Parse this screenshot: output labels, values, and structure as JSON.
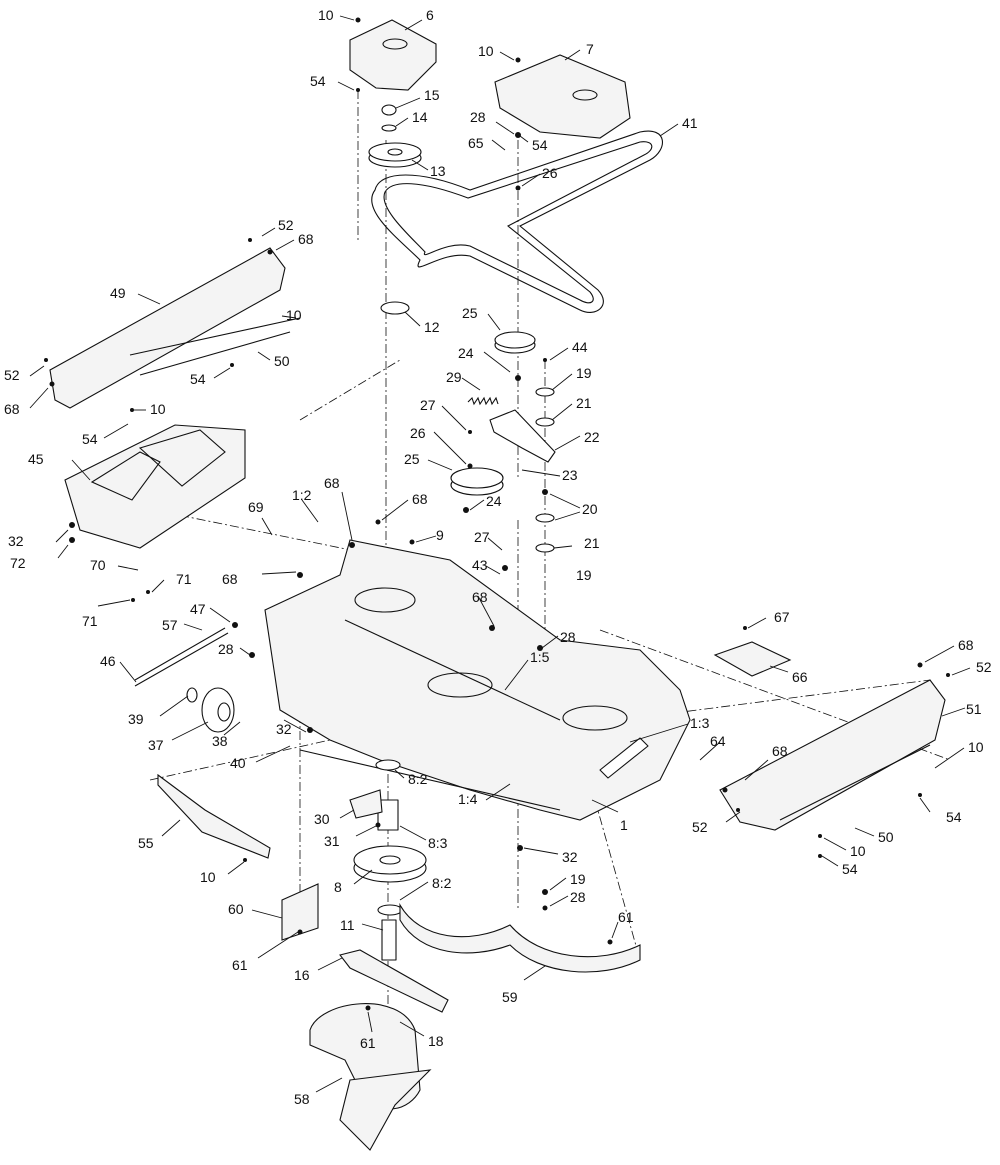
{
  "callouts": [
    {
      "id": "c10a",
      "text": "10"
    },
    {
      "id": "c6",
      "text": "6"
    },
    {
      "id": "c54a",
      "text": "54"
    },
    {
      "id": "c15",
      "text": "15"
    },
    {
      "id": "c14",
      "text": "14"
    },
    {
      "id": "c13",
      "text": "13"
    },
    {
      "id": "c10b",
      "text": "10"
    },
    {
      "id": "c7",
      "text": "7"
    },
    {
      "id": "c28a",
      "text": "28"
    },
    {
      "id": "c54b",
      "text": "54"
    },
    {
      "id": "c65",
      "text": "65"
    },
    {
      "id": "c41",
      "text": "41"
    },
    {
      "id": "c26a",
      "text": "26"
    },
    {
      "id": "c52a",
      "text": "52"
    },
    {
      "id": "c68a",
      "text": "68"
    },
    {
      "id": "c49",
      "text": "49"
    },
    {
      "id": "c10c",
      "text": "10"
    },
    {
      "id": "c50a",
      "text": "50"
    },
    {
      "id": "c52b",
      "text": "52"
    },
    {
      "id": "c68b",
      "text": "68"
    },
    {
      "id": "c54c",
      "text": "54"
    },
    {
      "id": "c10d",
      "text": "10"
    },
    {
      "id": "c54d",
      "text": "54"
    },
    {
      "id": "c12",
      "text": "12"
    },
    {
      "id": "c25a",
      "text": "25"
    },
    {
      "id": "c24a",
      "text": "24"
    },
    {
      "id": "c44",
      "text": "44"
    },
    {
      "id": "c29",
      "text": "29"
    },
    {
      "id": "c19a",
      "text": "19"
    },
    {
      "id": "c27a",
      "text": "27"
    },
    {
      "id": "c21a",
      "text": "21"
    },
    {
      "id": "c26b",
      "text": "26"
    },
    {
      "id": "c22",
      "text": "22"
    },
    {
      "id": "c45",
      "text": "45"
    },
    {
      "id": "c25b",
      "text": "25"
    },
    {
      "id": "c23",
      "text": "23"
    },
    {
      "id": "c68c",
      "text": "68"
    },
    {
      "id": "c68d",
      "text": "68"
    },
    {
      "id": "c24b",
      "text": "24"
    },
    {
      "id": "c20",
      "text": "20"
    },
    {
      "id": "c12b",
      "text": "1:2"
    },
    {
      "id": "c69",
      "text": "69"
    },
    {
      "id": "c32a",
      "text": "32"
    },
    {
      "id": "c72",
      "text": "72"
    },
    {
      "id": "c9",
      "text": "9"
    },
    {
      "id": "c21b",
      "text": "21"
    },
    {
      "id": "c27b",
      "text": "27"
    },
    {
      "id": "c70",
      "text": "70"
    },
    {
      "id": "c71a",
      "text": "71"
    },
    {
      "id": "c68e",
      "text": "68"
    },
    {
      "id": "c43",
      "text": "43"
    },
    {
      "id": "c19b",
      "text": "19"
    },
    {
      "id": "c71b",
      "text": "71"
    },
    {
      "id": "c47",
      "text": "47"
    },
    {
      "id": "c68f",
      "text": "68"
    },
    {
      "id": "c67",
      "text": "67"
    },
    {
      "id": "c57",
      "text": "57"
    },
    {
      "id": "c28b",
      "text": "28"
    },
    {
      "id": "c15b",
      "text": "1:5"
    },
    {
      "id": "c68g",
      "text": "68"
    },
    {
      "id": "c52c",
      "text": "52"
    },
    {
      "id": "c46",
      "text": "46"
    },
    {
      "id": "c28c",
      "text": "28"
    },
    {
      "id": "c66",
      "text": "66"
    },
    {
      "id": "c51",
      "text": "51"
    },
    {
      "id": "c39",
      "text": "39"
    },
    {
      "id": "c37",
      "text": "37"
    },
    {
      "id": "c32b",
      "text": "32"
    },
    {
      "id": "c38",
      "text": "38"
    },
    {
      "id": "c13b",
      "text": "1:3"
    },
    {
      "id": "c64",
      "text": "64"
    },
    {
      "id": "c40",
      "text": "40"
    },
    {
      "id": "c10e",
      "text": "10"
    },
    {
      "id": "c68h",
      "text": "68"
    },
    {
      "id": "c82a",
      "text": "8:2"
    },
    {
      "id": "c14b",
      "text": "1:4"
    },
    {
      "id": "c1",
      "text": "1"
    },
    {
      "id": "c30",
      "text": "30"
    },
    {
      "id": "c54e",
      "text": "54"
    },
    {
      "id": "c52d",
      "text": "52"
    },
    {
      "id": "c31",
      "text": "31"
    },
    {
      "id": "c83",
      "text": "8:3"
    },
    {
      "id": "c55",
      "text": "55"
    },
    {
      "id": "c50b",
      "text": "50"
    },
    {
      "id": "c32c",
      "text": "32"
    },
    {
      "id": "c10f",
      "text": "10"
    },
    {
      "id": "c54f",
      "text": "54"
    },
    {
      "id": "c10g",
      "text": "10"
    },
    {
      "id": "c8",
      "text": "8"
    },
    {
      "id": "c82b",
      "text": "8:2"
    },
    {
      "id": "c19c",
      "text": "19"
    },
    {
      "id": "c28d",
      "text": "28"
    },
    {
      "id": "c60",
      "text": "60"
    },
    {
      "id": "c61a",
      "text": "61"
    },
    {
      "id": "c11",
      "text": "11"
    },
    {
      "id": "c61b",
      "text": "61"
    },
    {
      "id": "c16",
      "text": "16"
    },
    {
      "id": "c59",
      "text": "59"
    },
    {
      "id": "c18",
      "text": "18"
    },
    {
      "id": "c61c",
      "text": "61"
    },
    {
      "id": "c58",
      "text": "58"
    }
  ],
  "parts": {
    "belt_cover_left": "cover",
    "belt_cover_right": "cover",
    "drive_belt": "belt",
    "mower_deck": "deck",
    "spindle_assembly": "spindle",
    "blade": "blade",
    "front_baffle": "baffle",
    "rear_baffle": "baffle",
    "discharge_chute": "chute",
    "idler_pulley": "pulley"
  },
  "decal_text": "",
  "colors": {
    "line": "#111111",
    "background": "#ffffff"
  }
}
